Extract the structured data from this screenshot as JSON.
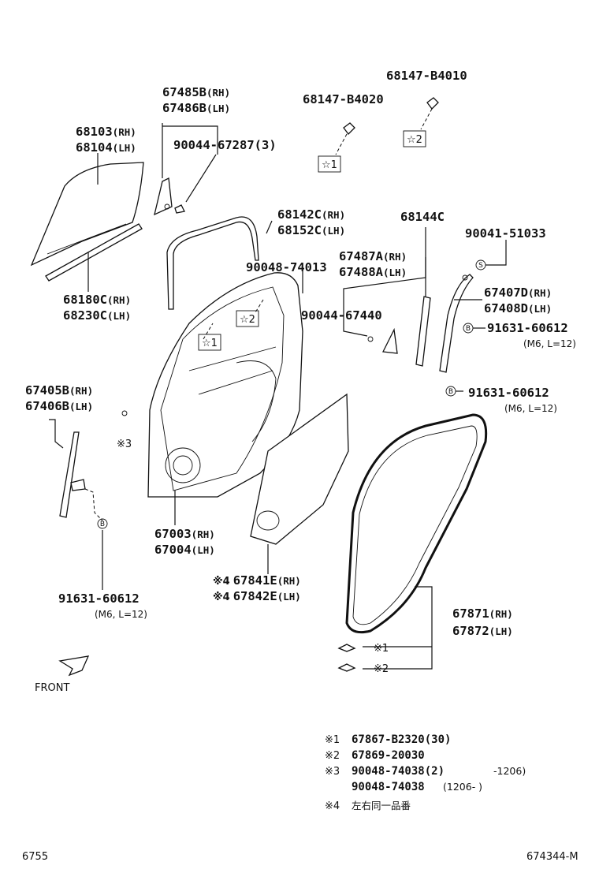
{
  "parts": {
    "p68103": "68103",
    "p68103_s": "(RH)",
    "p68104": "68104",
    "p68104_s": "(LH)",
    "p67485B": "67485B",
    "p67485B_s": "(RH)",
    "p67486B": "67486B",
    "p67486B_s": "(LH)",
    "p90044_67287": "90044-67287(3)",
    "p68147_B4020": "68147-B4020",
    "p68147_B4010": "68147-B4010",
    "p68142C": "68142C",
    "p68142C_s": "(RH)",
    "p68152C": "68152C",
    "p68152C_s": "(LH)",
    "p68144C": "68144C",
    "p90041_51033": "90041-51033",
    "p90048_74013": "90048-74013",
    "p67487A": "67487A",
    "p67487A_s": "(RH)",
    "p67488A": "67488A",
    "p67488A_s": "(LH)",
    "p90044_67440": "90044-67440",
    "p67407D": "67407D",
    "p67407D_s": "(RH)",
    "p67408D": "67408D",
    "p67408D_s": "(LH)",
    "p91631_a": "91631-60612",
    "p91631_a_n": "(M6, L=12)",
    "p91631_b": "91631-60612",
    "p91631_b_n": "(M6, L=12)",
    "p68180C": "68180C",
    "p68180C_s": "(RH)",
    "p68230C": "68230C",
    "p68230C_s": "(LH)",
    "p67405B": "67405B",
    "p67405B_s": "(RH)",
    "p67406B": "67406B",
    "p67406B_s": "(LH)",
    "p91631_c": "91631-60612",
    "p91631_c_n": "(M6, L=12)",
    "p67003": "67003",
    "p67003_s": "(RH)",
    "p67004": "67004",
    "p67004_s": "(LH)",
    "p67841E": "67841E",
    "p67841E_s": "(RH)",
    "p67842E": "67842E",
    "p67842E_s": "(LH)",
    "p67871": "67871",
    "p67871_s": "(RH)",
    "p67872": "67872",
    "p67872_s": "(LH)"
  },
  "marks": {
    "star1": "☆1",
    "star2": "☆2",
    "ref1": "※1",
    "ref2": "※2",
    "ref3": "※3",
    "ref4": "※4",
    "circ_s": "S",
    "circ_b": "B"
  },
  "front_label": "FRONT",
  "legend": [
    {
      "mark": "※1",
      "text": "67867-B2320(30)",
      "extra": ""
    },
    {
      "mark": "※2",
      "text": "67869-20030",
      "extra": ""
    },
    {
      "mark": "※3",
      "text": "90048-74038(2)",
      "extra": "-1206)"
    },
    {
      "mark": "",
      "text": "90048-74038",
      "extra": "(1206-      )"
    },
    {
      "mark": "※4",
      "text": "左右同一品番",
      "extra": ""
    }
  ],
  "footer": {
    "left": "6755",
    "right": "674344-M"
  }
}
